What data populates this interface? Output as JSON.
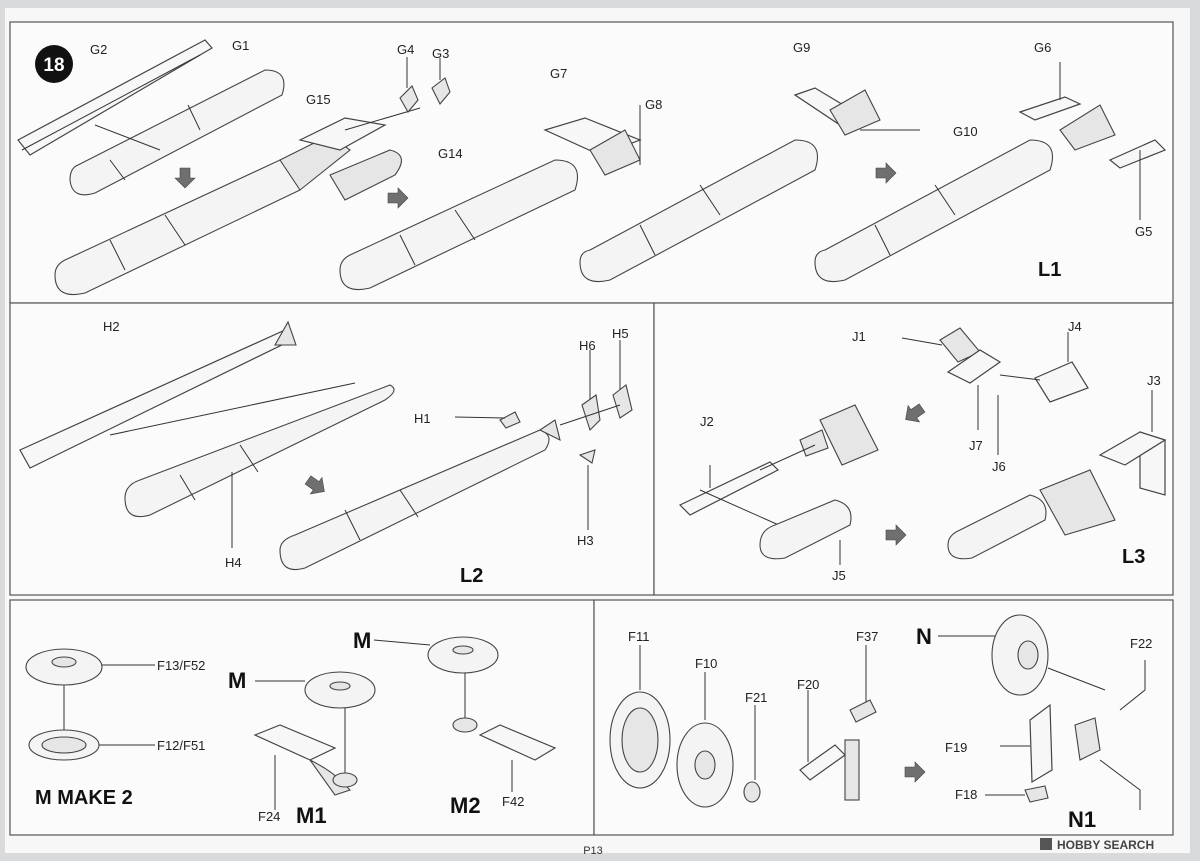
{
  "step": {
    "number": "18"
  },
  "panels": {
    "L1": {
      "title": "L1",
      "labels": [
        "G2",
        "G1",
        "G4",
        "G3",
        "G15",
        "G14",
        "G7",
        "G8",
        "G9",
        "G10",
        "G6",
        "G5"
      ]
    },
    "L2": {
      "title": "L2",
      "labels": [
        "H2",
        "H4",
        "H1",
        "H6",
        "H5",
        "H3"
      ]
    },
    "L3": {
      "title": "L3",
      "labels": [
        "J1",
        "J4",
        "J3",
        "J7",
        "J6",
        "J2",
        "J5"
      ]
    },
    "M": {
      "titles": [
        "M",
        "M",
        "M1",
        "M2"
      ],
      "note": "M MAKE 2",
      "labels": [
        "F13/F52",
        "F12/F51",
        "F24",
        "F42"
      ]
    },
    "N": {
      "titles": [
        "N",
        "N1"
      ],
      "labels": [
        "F11",
        "F10",
        "F21",
        "F20",
        "F37",
        "F22",
        "F19",
        "F18"
      ]
    }
  },
  "footer": {
    "page": "P13",
    "watermark": "HOBBY SEARCH"
  }
}
